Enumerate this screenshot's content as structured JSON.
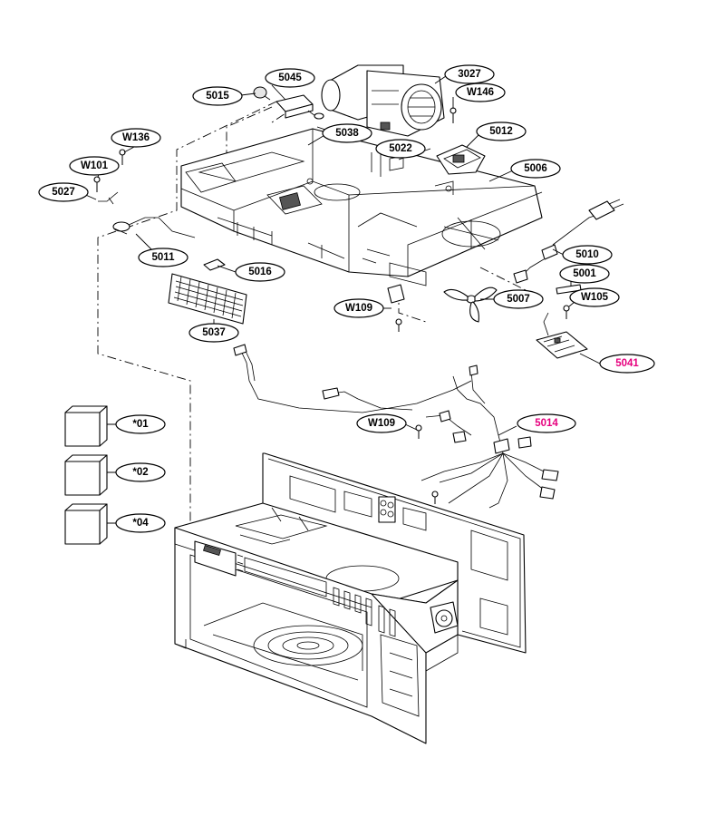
{
  "callouts": [
    {
      "id": "c-5045",
      "label": "5045"
    },
    {
      "id": "c-5015",
      "label": "5015"
    },
    {
      "id": "c-3027",
      "label": "3027"
    },
    {
      "id": "c-w146",
      "label": "W146"
    },
    {
      "id": "c-w136",
      "label": "W136"
    },
    {
      "id": "c-5038",
      "label": "5038"
    },
    {
      "id": "c-5012",
      "label": "5012"
    },
    {
      "id": "c-5022",
      "label": "5022"
    },
    {
      "id": "c-w101",
      "label": "W101"
    },
    {
      "id": "c-5006",
      "label": "5006"
    },
    {
      "id": "c-5027",
      "label": "5027"
    },
    {
      "id": "c-5011",
      "label": "5011"
    },
    {
      "id": "c-5016",
      "label": "5016"
    },
    {
      "id": "c-5010",
      "label": "5010"
    },
    {
      "id": "c-5001",
      "label": "5001"
    },
    {
      "id": "c-w105",
      "label": "W105"
    },
    {
      "id": "c-w109a",
      "label": "W109"
    },
    {
      "id": "c-5007",
      "label": "5007"
    },
    {
      "id": "c-5037",
      "label": "5037"
    },
    {
      "id": "c-5041",
      "label": "5041"
    },
    {
      "id": "c-w109b",
      "label": "W109"
    },
    {
      "id": "c-5014",
      "label": "5014"
    },
    {
      "id": "c-01",
      "label": "*01"
    },
    {
      "id": "c-02",
      "label": "*02"
    },
    {
      "id": "c-04",
      "label": "*04"
    }
  ],
  "colors": {
    "highlight": "#e6007e",
    "line": "#000000"
  }
}
